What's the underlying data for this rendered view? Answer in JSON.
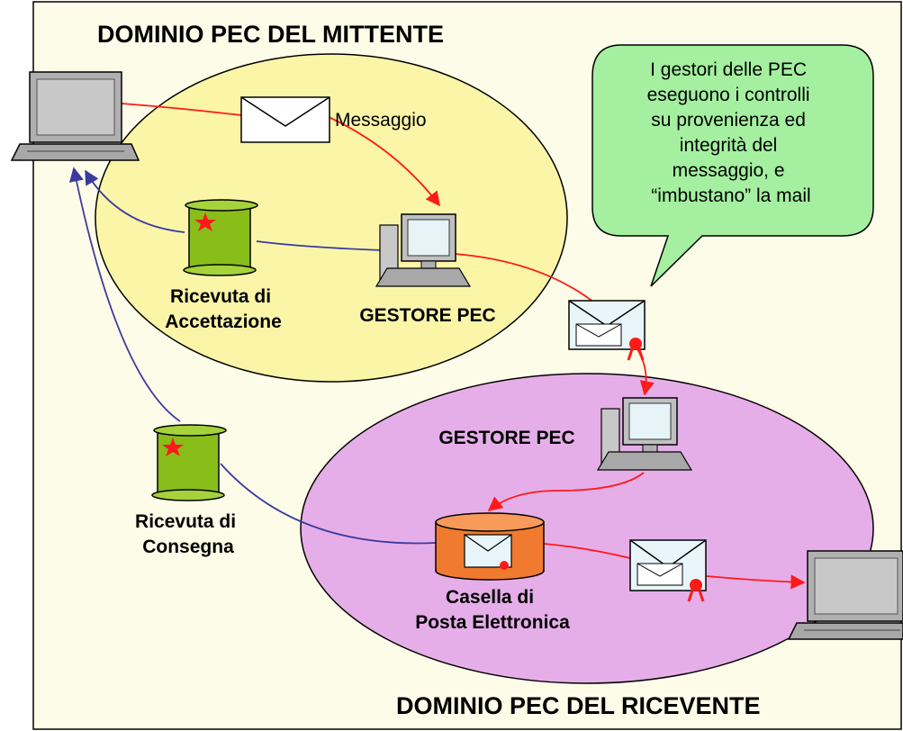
{
  "diagram": {
    "title_sender": "DOMINIO PEC DEL MITTENTE",
    "title_receiver": "DOMINIO PEC DEL RICEVENTE",
    "message_label": "Messaggio",
    "gestore_sender": "GESTORE PEC",
    "gestore_receiver": "GESTORE PEC",
    "ricevuta_accettazione": [
      "Ricevuta di",
      "Accettazione"
    ],
    "ricevuta_consegna": [
      "Ricevuta di",
      "Consegna"
    ],
    "casella": [
      "Casella di",
      "Posta Elettronica"
    ],
    "callout": [
      "I gestori delle PEC",
      "eseguono i controlli",
      "su provenienza ed",
      "integrità del",
      "messaggio, e",
      "“imbustano” la mail"
    ]
  },
  "colors": {
    "background": "#fdfce8",
    "sender_domain": "#fbf5a8",
    "receiver_domain": "#e6aee8",
    "callout": "#a4f0a0",
    "red_flow": "#ff1a1a",
    "blue_flow": "#3a3aa0",
    "receipt": "#88bd1a",
    "mailbox": "#f07a30",
    "envelope_tint": "#e8f6fb"
  }
}
